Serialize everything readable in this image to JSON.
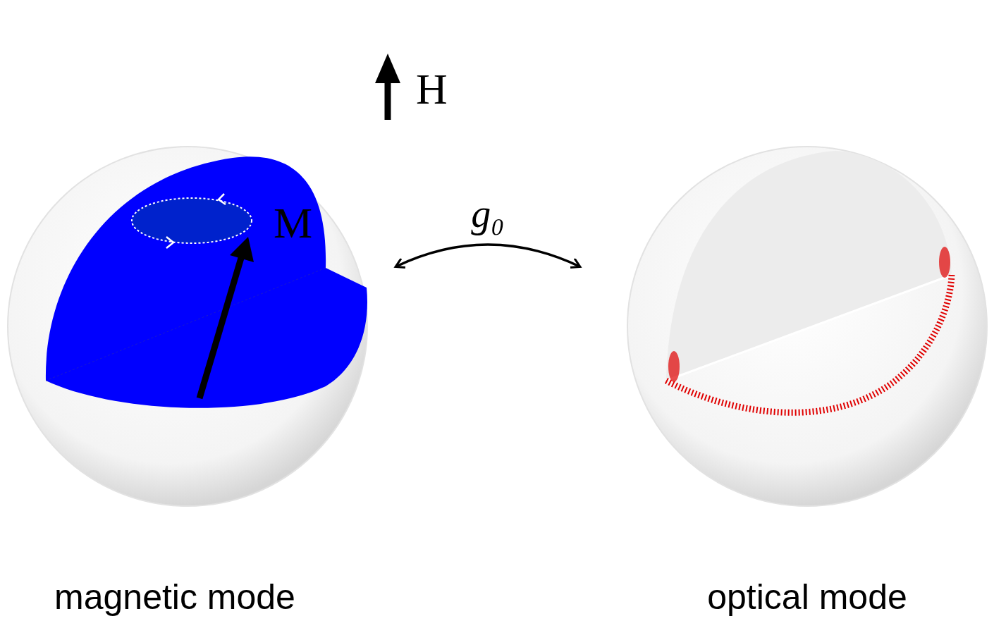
{
  "diagram": {
    "nodes": [
      {
        "text": [
          "magnetic mode"
        ]
      },
      {
        "text": [
          "optical mode"
        ]
      }
    ],
    "edges": [
      {
        "from": 0,
        "to": 1,
        "arrow": "both",
        "label": "g₀"
      }
    ],
    "labels": [
      "H",
      "M"
    ]
  }
}
